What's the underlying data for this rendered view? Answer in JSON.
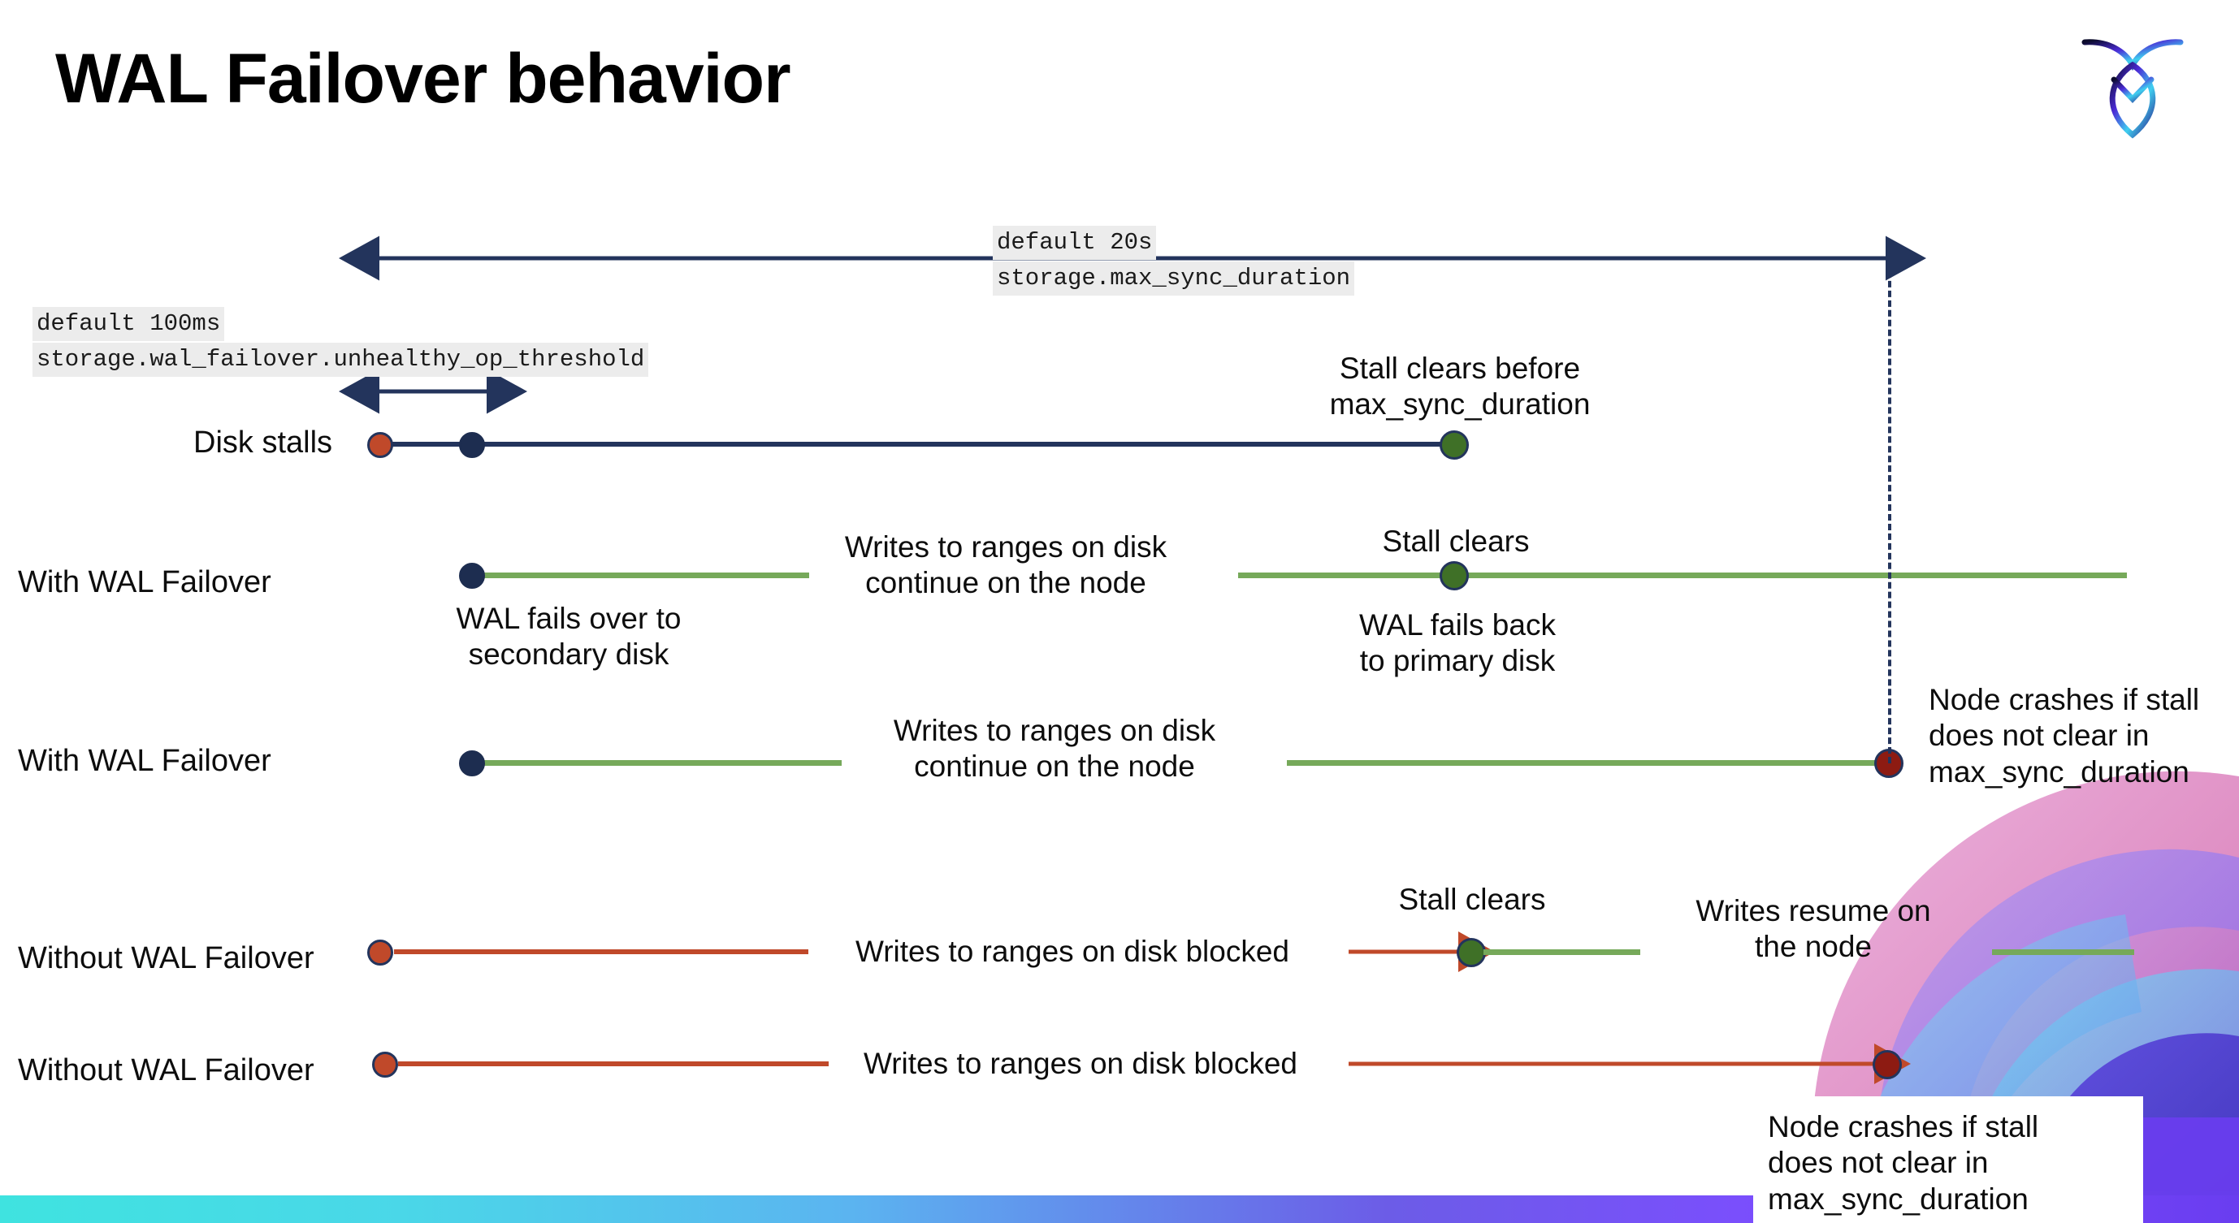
{
  "slide": {
    "title": "WAL Failover behavior",
    "logo_name": "cockroachdb-logo"
  },
  "annotations": {
    "max_sync": {
      "default": "default 20s",
      "setting": "storage.max_sync_duration"
    },
    "unhealthy_threshold": {
      "default": "default 100ms",
      "setting": "storage.wal_failover.unhealthy_op_threshold"
    }
  },
  "rows": [
    {
      "label": "Disk stalls",
      "notes": [
        {
          "id": "stall-clears-before",
          "text": "Stall clears before\nmax_sync_duration"
        }
      ]
    },
    {
      "label": "With WAL Failover",
      "notes": [
        {
          "id": "wal-fails-over",
          "text": "WAL fails over to\nsecondary disk"
        },
        {
          "id": "writes-continue-1",
          "text": "Writes to ranges on disk\ncontinue on the node"
        },
        {
          "id": "stall-clears-1",
          "text": "Stall clears"
        },
        {
          "id": "wal-fails-back",
          "text": "WAL fails  back\nto primary disk"
        }
      ]
    },
    {
      "label": "With WAL Failover",
      "notes": [
        {
          "id": "writes-continue-2",
          "text": "Writes to ranges on disk\ncontinue on the node"
        },
        {
          "id": "node-crashes-1",
          "text": "Node crashes if stall\ndoes not clear in\nmax_sync_duration"
        }
      ]
    },
    {
      "label": "Without WAL Failover",
      "notes": [
        {
          "id": "writes-blocked-1",
          "text": "Writes to ranges on disk  blocked"
        },
        {
          "id": "stall-clears-2",
          "text": "Stall clears"
        },
        {
          "id": "writes-resume",
          "text": "Writes resume on\nthe node"
        }
      ]
    },
    {
      "label": "Without WAL Failover",
      "notes": [
        {
          "id": "writes-blocked-2",
          "text": "Writes to ranges on disk  blocked"
        },
        {
          "id": "node-crashes-2",
          "text": "Node crashes if stall\ndoes not clear in\nmax_sync_duration"
        }
      ]
    }
  ],
  "colors": {
    "navy": "#23345c",
    "green": "#76a95a",
    "green_dot": "#3f7027",
    "orange": "#c0492a",
    "dark_red": "#8d1b12",
    "chip_bg": "#ececec"
  }
}
